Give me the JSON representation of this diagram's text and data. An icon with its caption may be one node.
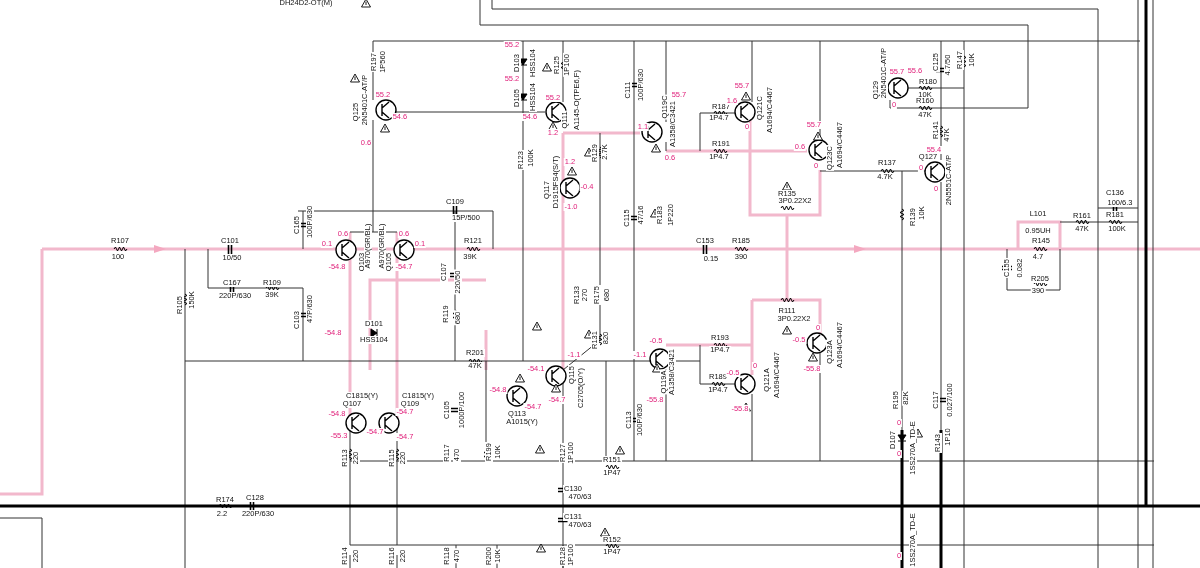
{
  "diagram": {
    "labels": [
      "DH24D2-OT(M)",
      "R197",
      "1P560",
      "2N5401C-AT/P",
      "Q125",
      "55.2",
      "54.6",
      "0.6",
      "55.2",
      "D103",
      "HSS104",
      "55.2",
      "D105",
      "HSS104",
      "R125",
      "1P100",
      "55.2",
      "54.6",
      "1.2",
      "Q111",
      "A1145-O(TPE6,F)",
      "C111",
      "100P/630",
      "55.7",
      "Q119C",
      "A1358/C3421",
      "1.1",
      "0.6",
      "R187",
      "1P4.7",
      "55.7",
      "1.6",
      "0",
      "Q121C",
      "A1694/C4467",
      "R191",
      "1P4.7",
      "R123",
      "100K",
      "1.2",
      "Q117",
      "D1915FS4(S/T)",
      "-0.4",
      "-1.0",
      "R129",
      "2.7K",
      "C115",
      "47/16",
      "R183",
      "1P220",
      "R135",
      "3P0.22X2",
      "55.7",
      "0.6",
      "0",
      "Q123C",
      "A1694/C4467",
      "Q129",
      "2N5401C-AT/P",
      "55.7",
      "55.6",
      "0",
      "R180",
      "10K",
      "R160",
      "47K",
      "C125",
      "4.7/50",
      "R147",
      "10K",
      "R141",
      "47K",
      "55.4",
      "Q127",
      "0",
      "0",
      "2N5551C-AT/P",
      "R137",
      "4.7K",
      "R139",
      "10K",
      "C109",
      "15P/500",
      "C165",
      "100P/630",
      "0.6",
      "Q103",
      "A970(GR/BL)",
      "A970(GR/BL)",
      "Q105",
      "0.6",
      "0.1",
      "R107",
      "100",
      "C101",
      "10/50",
      "0.1",
      "-54.8",
      "-54.7",
      "R121",
      "39K",
      "C153",
      "0.15",
      "R185",
      "390",
      "C136",
      "100/6.3",
      "L101",
      "0.95UH",
      "R161",
      "47K",
      "R181",
      "100K",
      "R145",
      "4.7",
      "C167",
      "220P/630",
      "R109",
      "39K",
      "C107",
      "220/50",
      "C155",
      "0.082",
      "R205",
      "390",
      "R133",
      "270",
      "R175",
      "680",
      "R105",
      "150K",
      "C103",
      "47P/630",
      "D101",
      "HSS104",
      "-54.8",
      "R119",
      "680",
      "R111",
      "3P0.22X2",
      "R131",
      "820",
      "-0.5",
      "-0.5",
      "0",
      "R193",
      "1P4.7",
      "R201",
      "47K",
      "-1.1",
      "-1.1",
      "-54.1",
      "Q115",
      "C2705(O/Y)",
      "Q119A",
      "A1358/C3421",
      "Q123A",
      "A1694/C4467",
      "-55.8",
      "R189",
      "1P4.7",
      "-0.5",
      "0",
      "Q121A",
      "A1694/C4467",
      "-54.8",
      "-54.7",
      "-55.8",
      "-55.8",
      "C1815(Y)",
      "Q107",
      "C1815(Y)",
      "Q109",
      "-54.8",
      "-54.7",
      "-54.7",
      "-55.3",
      "-54.7",
      "-54.7",
      "Q113",
      "A1015(Y)",
      "C105",
      "1000P/100",
      "C113",
      "100P/630",
      "R195",
      "82K",
      "C117",
      "0.027/100",
      "0",
      "D107",
      "1SS270A_TD-E",
      "0",
      "R143",
      "1P10",
      "R113",
      "220",
      "R115",
      "220",
      "R117",
      "470",
      "R199",
      "10K",
      "R127",
      "1P100",
      "R151",
      "1P47",
      "C130",
      "470/63",
      "R174",
      "2.2",
      "C128",
      "220P/630",
      "C131",
      "470/63",
      "R152",
      "1P47",
      "R114",
      "220",
      "R116",
      "220",
      "R118",
      "470",
      "R200",
      "10K",
      "R128",
      "1P100",
      "0",
      "1SS270A_TD-E"
    ]
  }
}
